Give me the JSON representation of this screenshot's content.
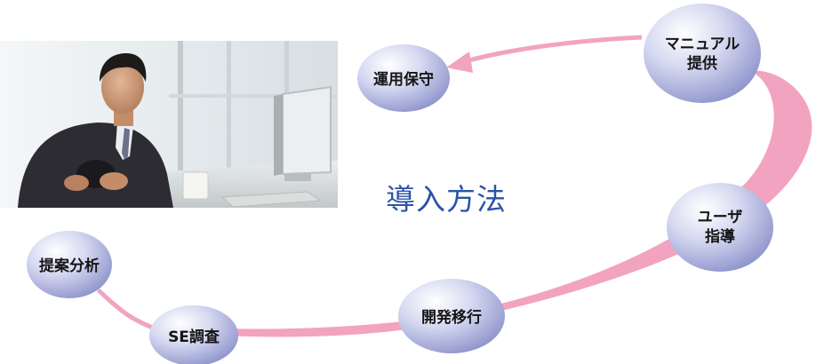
{
  "center_title": "導入方法",
  "top_partial_text": "",
  "steps": [
    {
      "label": "提案分析"
    },
    {
      "label": "SE調査"
    },
    {
      "label": "開発移行"
    },
    {
      "label_line1": "ユーザ",
      "label_line2": "指導"
    },
    {
      "label_line1": "マニュアル",
      "label_line2": "提供"
    },
    {
      "label": "運用保守"
    }
  ],
  "colors": {
    "title": "#2a53a8",
    "flow_pink": "#f2a3c0",
    "node_light": "#ffffff",
    "node_mid": "#c4c9ec",
    "node_dark": "#8f95cc"
  }
}
